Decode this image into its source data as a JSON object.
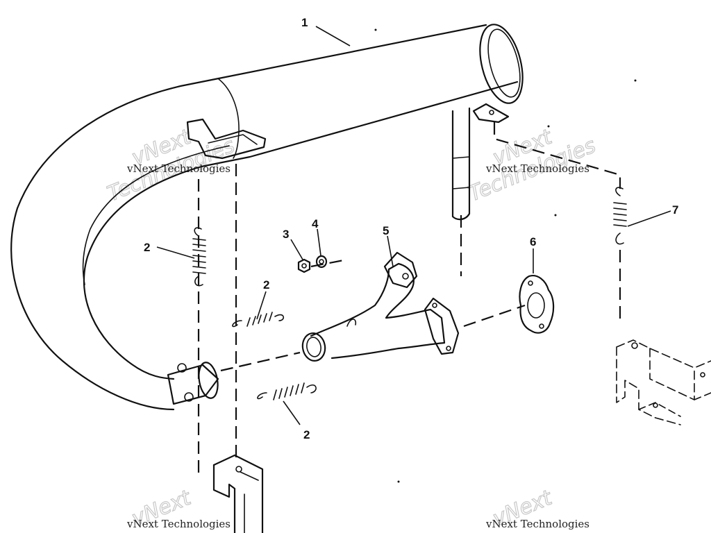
{
  "callouts": [
    {
      "id": "muffler",
      "label": "1"
    },
    {
      "id": "spring-left-upper",
      "label": "2"
    },
    {
      "id": "spring-middle",
      "label": "2"
    },
    {
      "id": "spring-lower",
      "label": "2"
    },
    {
      "id": "nut",
      "label": "3"
    },
    {
      "id": "washer",
      "label": "4"
    },
    {
      "id": "y-pipe",
      "label": "5"
    },
    {
      "id": "gasket",
      "label": "6"
    },
    {
      "id": "spring-right",
      "label": "7"
    }
  ],
  "watermark": {
    "line1": "vNext",
    "line2": "Technologies",
    "small": "vNext Technologies"
  }
}
